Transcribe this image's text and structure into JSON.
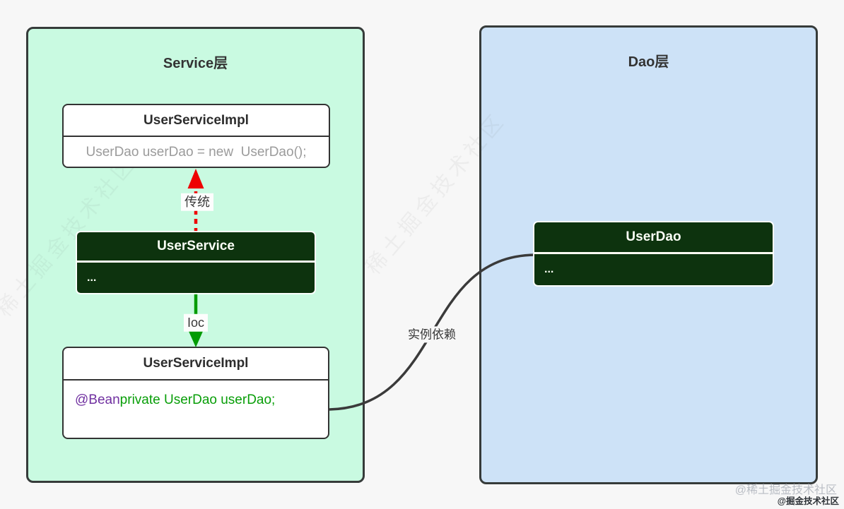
{
  "panels": {
    "service": {
      "title": "Service层",
      "fill": "#c9fae1",
      "border": "#363b3a"
    },
    "dao": {
      "title": "Dao层",
      "fill": "#cde2f7",
      "border": "#363b3a"
    }
  },
  "boxes": {
    "top_impl": {
      "title": "UserServiceImpl",
      "code": "UserDao userDao = new  UserDao();"
    },
    "user_service": {
      "title": "UserService",
      "body": "..."
    },
    "bottom_impl": {
      "title": "UserServiceImpl",
      "annotation": "@Bean",
      "code": "private UserDao userDao;"
    },
    "user_dao": {
      "title": "UserDao",
      "body": "..."
    }
  },
  "labels": {
    "traditional": "传统",
    "ioc": "Ioc",
    "dependency": "实例依赖"
  },
  "colors": {
    "red_arrow": "#ee0202",
    "green_arrow": "#029b02",
    "connector": "#3a3a3a",
    "dark_box": "#0d330e",
    "annotation_purple": "#7030a0",
    "code_green": "#089e08",
    "muted_code": "#9b9b9b"
  },
  "watermarks": {
    "light": "@稀土掘金技术社区",
    "dark": "@掘金技术社区",
    "diagonal": "稀土掘金技术社区"
  }
}
